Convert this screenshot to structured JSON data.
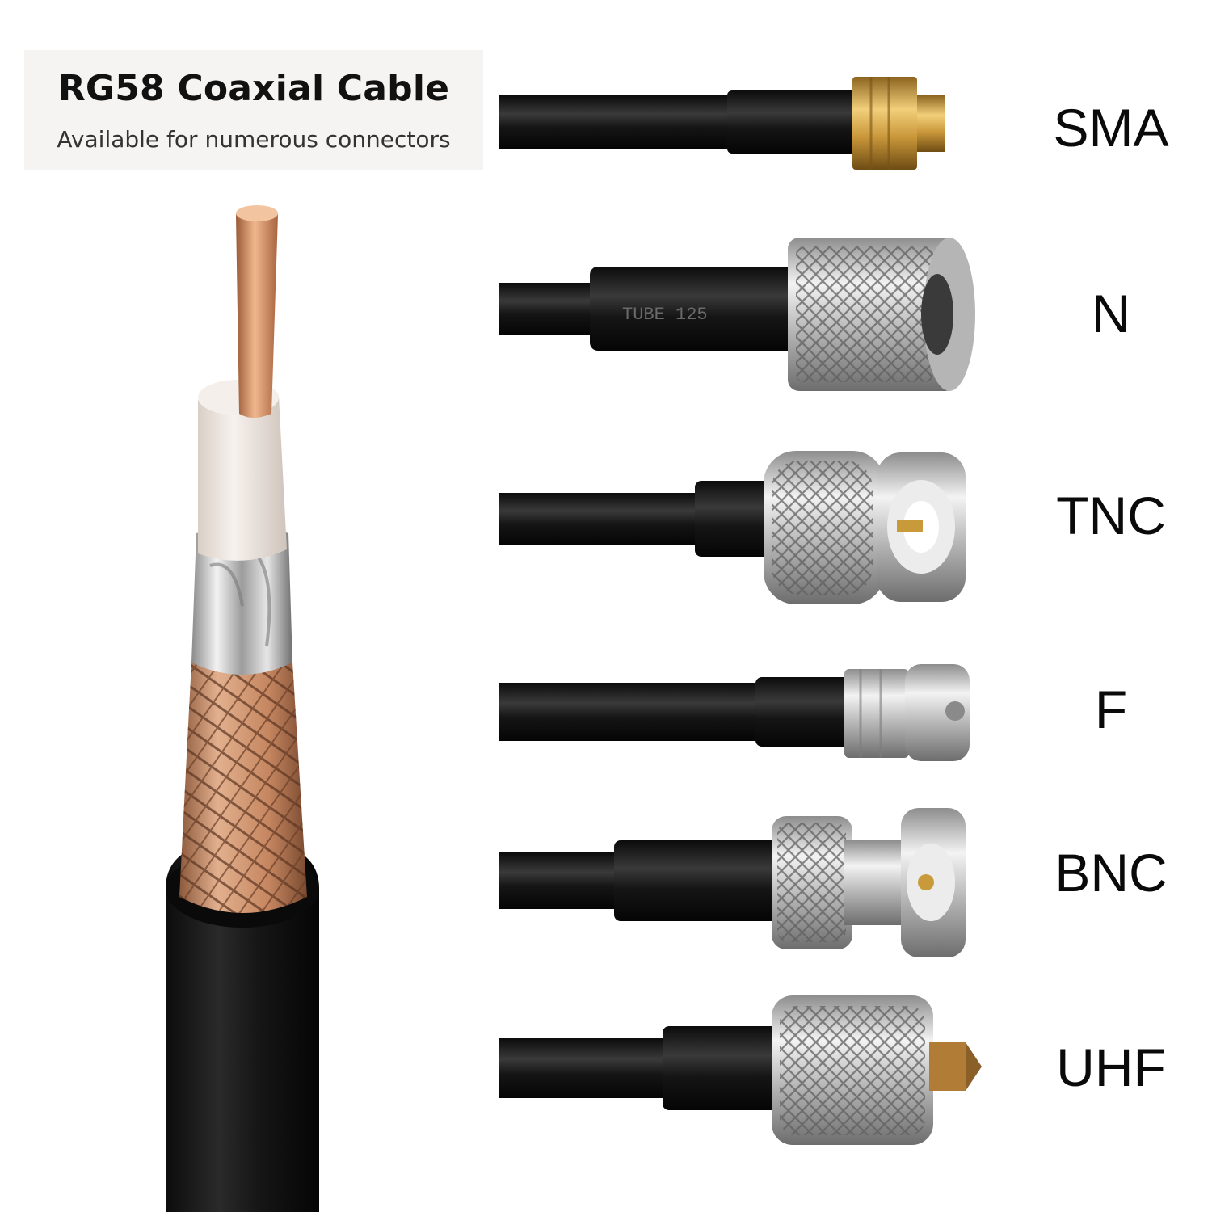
{
  "header": {
    "title": "RG58 Coaxial Cable",
    "subtitle": "Available for numerous connectors"
  },
  "connectors": [
    {
      "label": "SMA",
      "finish": "gold"
    },
    {
      "label": "N",
      "finish": "nickel-knurled"
    },
    {
      "label": "TNC",
      "finish": "nickel-knurled"
    },
    {
      "label": "F",
      "finish": "nickel-hex"
    },
    {
      "label": "BNC",
      "finish": "nickel-bayonet"
    },
    {
      "label": "UHF",
      "finish": "nickel-knurled-pin"
    }
  ],
  "cable": {
    "layers": [
      "copper-center-conductor",
      "white-dielectric",
      "foil-shield",
      "copper-braid",
      "black-jacket"
    ]
  },
  "colors": {
    "jacket": "#161616",
    "copper": "#c9865c",
    "dielectric": "#efe8e2",
    "nickel": "#c9c9c9",
    "gold": "#c99a3a"
  }
}
